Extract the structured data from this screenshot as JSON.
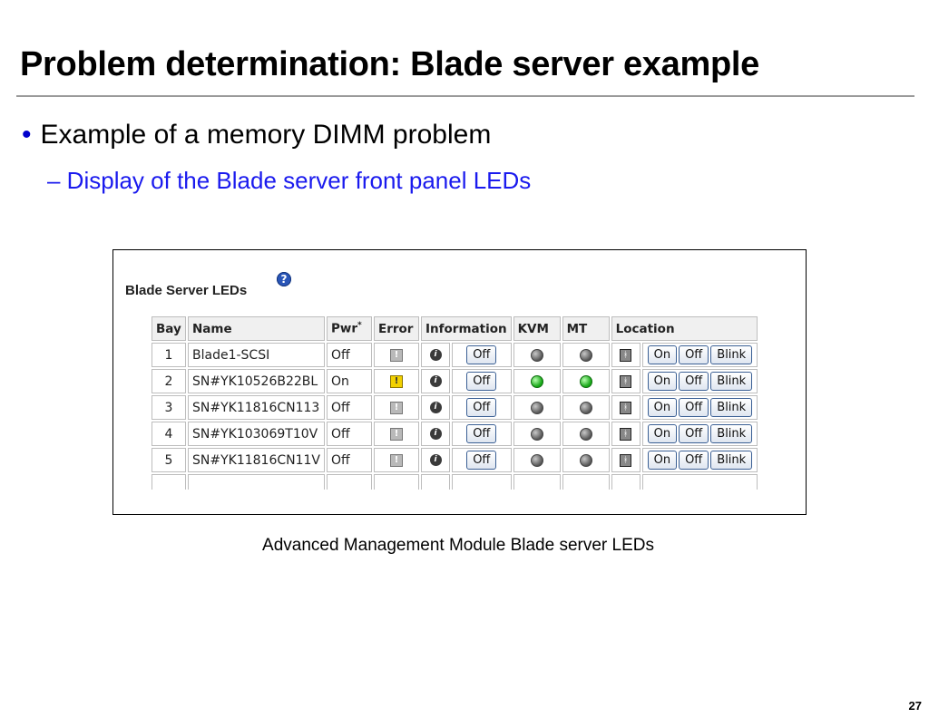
{
  "slide": {
    "title": "Problem determination: Blade server example",
    "bullet": "Example of a memory DIMM problem",
    "sub_bullet": "– Display of the Blade server front panel LEDs",
    "caption": "Advanced Management Module Blade server LEDs",
    "page_number": "27"
  },
  "panel": {
    "header": "Blade Server LEDs",
    "help_icon": "question-circle-icon",
    "columns": {
      "bay": "Bay",
      "name": "Name",
      "pwr": "Pwr",
      "pwr_note": "*",
      "error": "Error",
      "information": "Information",
      "kvm": "KVM",
      "mt": "MT",
      "location": "Location"
    },
    "button_labels": {
      "on": "On",
      "off": "Off",
      "blink": "Blink",
      "info_off": "Off"
    },
    "rows": [
      {
        "bay": "1",
        "name": "Blade1-SCSI",
        "pwr": "Off",
        "error_active": false,
        "kvm_active": false,
        "mt_active": false
      },
      {
        "bay": "2",
        "name": "SN#YK10526B22BL",
        "pwr": "On",
        "error_active": true,
        "kvm_active": true,
        "mt_active": true
      },
      {
        "bay": "3",
        "name": "SN#YK11816CN113",
        "pwr": "Off",
        "error_active": false,
        "kvm_active": false,
        "mt_active": false
      },
      {
        "bay": "4",
        "name": "SN#YK103069T10V",
        "pwr": "Off",
        "error_active": false,
        "kvm_active": false,
        "mt_active": false
      },
      {
        "bay": "5",
        "name": "SN#YK11816CN11V",
        "pwr": "Off",
        "error_active": false,
        "kvm_active": false,
        "mt_active": false
      }
    ]
  },
  "colors": {
    "bullet_blue": "#1a1aee",
    "led_green": "#18a818",
    "error_yellow": "#f2d100",
    "led_gray": "#555555"
  }
}
